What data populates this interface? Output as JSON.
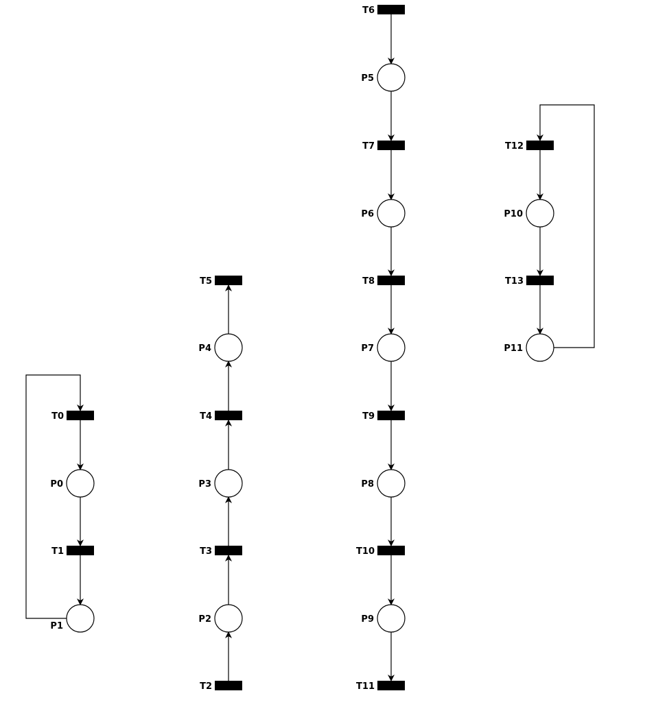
{
  "diagram": {
    "places": [
      {
        "id": "P0",
        "label": "P0"
      },
      {
        "id": "P1",
        "label": "P1"
      },
      {
        "id": "P2",
        "label": "P2"
      },
      {
        "id": "P3",
        "label": "P3"
      },
      {
        "id": "P4",
        "label": "P4"
      },
      {
        "id": "P5",
        "label": "P5"
      },
      {
        "id": "P6",
        "label": "P6"
      },
      {
        "id": "P7",
        "label": "P7"
      },
      {
        "id": "P8",
        "label": "P8"
      },
      {
        "id": "P9",
        "label": "P9"
      },
      {
        "id": "P10",
        "label": "P10"
      },
      {
        "id": "P11",
        "label": "P11"
      }
    ],
    "transitions": [
      {
        "id": "T0",
        "label": "T0"
      },
      {
        "id": "T1",
        "label": "T1"
      },
      {
        "id": "T2",
        "label": "T2"
      },
      {
        "id": "T3",
        "label": "T3"
      },
      {
        "id": "T4",
        "label": "T4"
      },
      {
        "id": "T5",
        "label": "T5"
      },
      {
        "id": "T6",
        "label": "T6"
      },
      {
        "id": "T7",
        "label": "T7"
      },
      {
        "id": "T8",
        "label": "T8"
      },
      {
        "id": "T9",
        "label": "T9"
      },
      {
        "id": "T10",
        "label": "T10"
      },
      {
        "id": "T11",
        "label": "T11"
      },
      {
        "id": "T12",
        "label": "T12"
      },
      {
        "id": "T13",
        "label": "T13"
      }
    ],
    "arcs": [
      {
        "from": "T0",
        "to": "P0"
      },
      {
        "from": "P0",
        "to": "T1"
      },
      {
        "from": "T1",
        "to": "P1"
      },
      {
        "from": "P1",
        "to": "T0"
      },
      {
        "from": "T2",
        "to": "P2"
      },
      {
        "from": "P2",
        "to": "T3"
      },
      {
        "from": "T3",
        "to": "P3"
      },
      {
        "from": "P3",
        "to": "T4"
      },
      {
        "from": "T4",
        "to": "P4"
      },
      {
        "from": "P4",
        "to": "T5"
      },
      {
        "from": "T6",
        "to": "P5"
      },
      {
        "from": "P5",
        "to": "T7"
      },
      {
        "from": "T7",
        "to": "P6"
      },
      {
        "from": "P6",
        "to": "T8"
      },
      {
        "from": "T8",
        "to": "P7"
      },
      {
        "from": "P7",
        "to": "T9"
      },
      {
        "from": "T9",
        "to": "P8"
      },
      {
        "from": "P8",
        "to": "T10"
      },
      {
        "from": "T10",
        "to": "P9"
      },
      {
        "from": "P9",
        "to": "T11"
      },
      {
        "from": "T12",
        "to": "P10"
      },
      {
        "from": "P10",
        "to": "T13"
      },
      {
        "from": "T13",
        "to": "P11"
      },
      {
        "from": "P11",
        "to": "T12"
      }
    ]
  }
}
